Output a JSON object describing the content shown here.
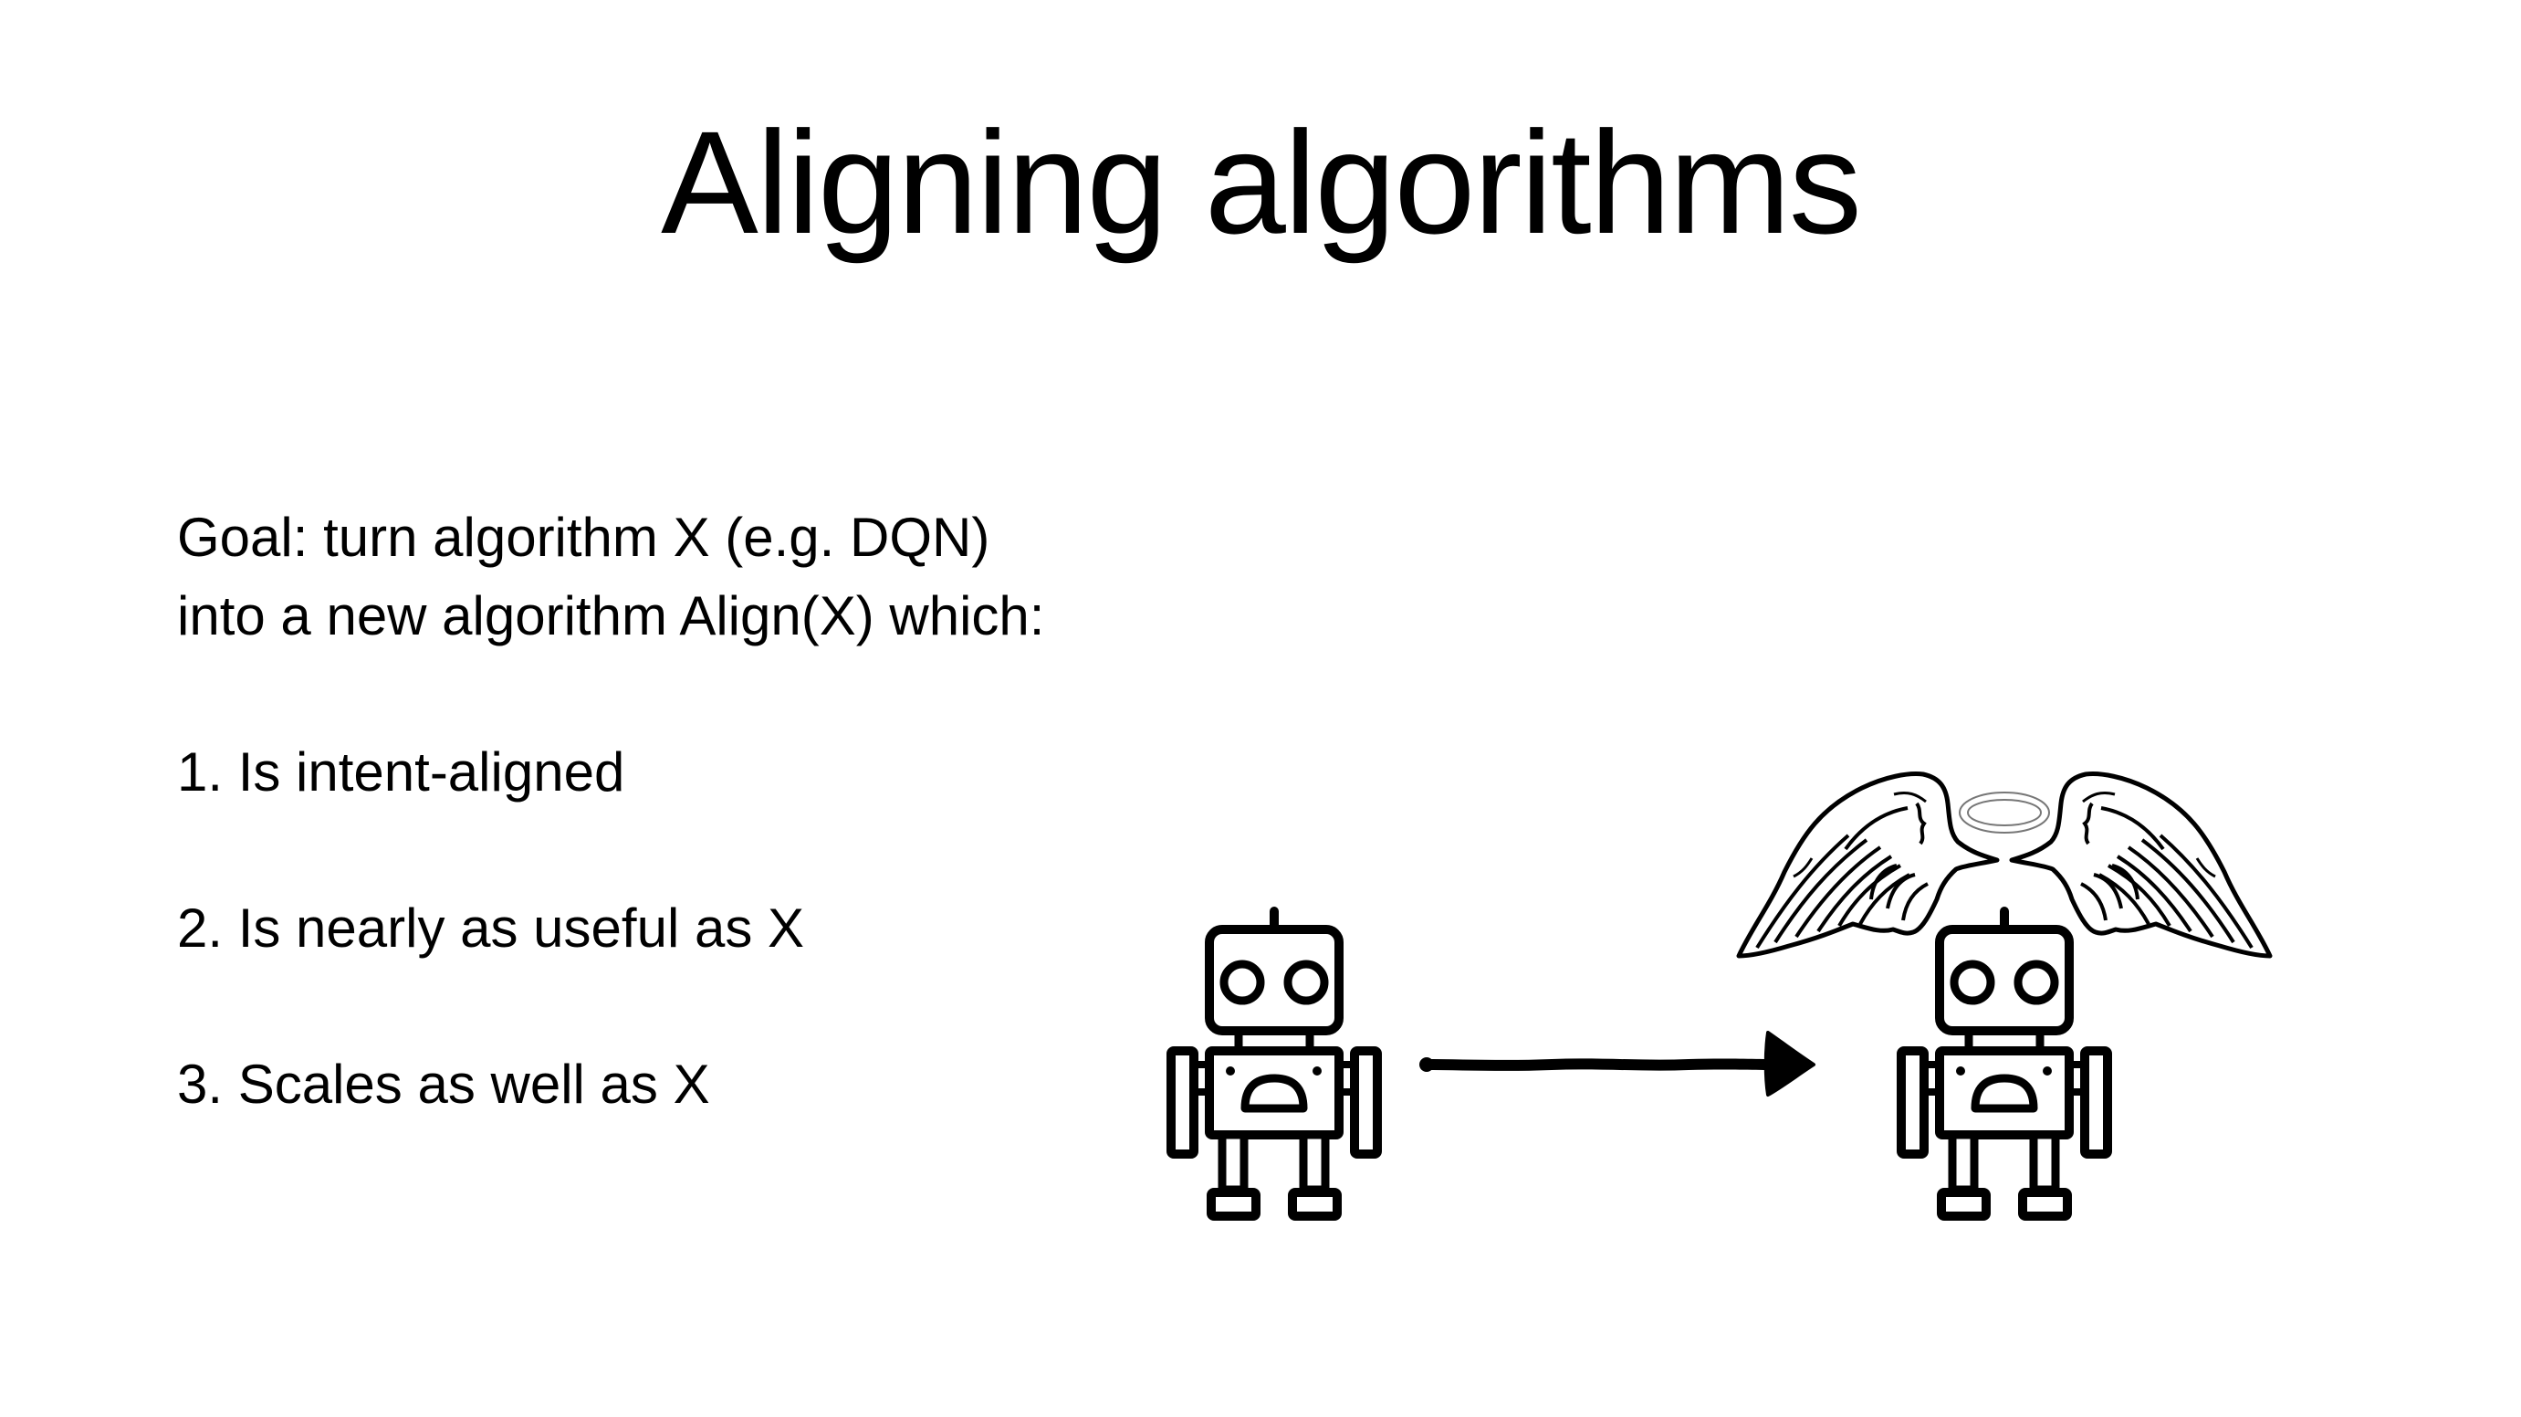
{
  "slide": {
    "title": "Aligning algorithms",
    "intro_lines": [
      "Goal: turn algorithm X (e.g. DQN)",
      "into a new algorithm Align(X) which:"
    ],
    "criteria": [
      "1. Is intent-aligned",
      "2. Is nearly as useful as X",
      "3. Scales as well as X"
    ]
  },
  "illustration": {
    "left_figure": "robot-icon",
    "connector": "arrow-right-icon",
    "right_figure": "angel-robot-icon",
    "right_figure_accessories": [
      "wings-icon",
      "halo-icon"
    ],
    "colors": {
      "ink": "#000000",
      "halo": "#777777",
      "background": "#ffffff"
    }
  }
}
